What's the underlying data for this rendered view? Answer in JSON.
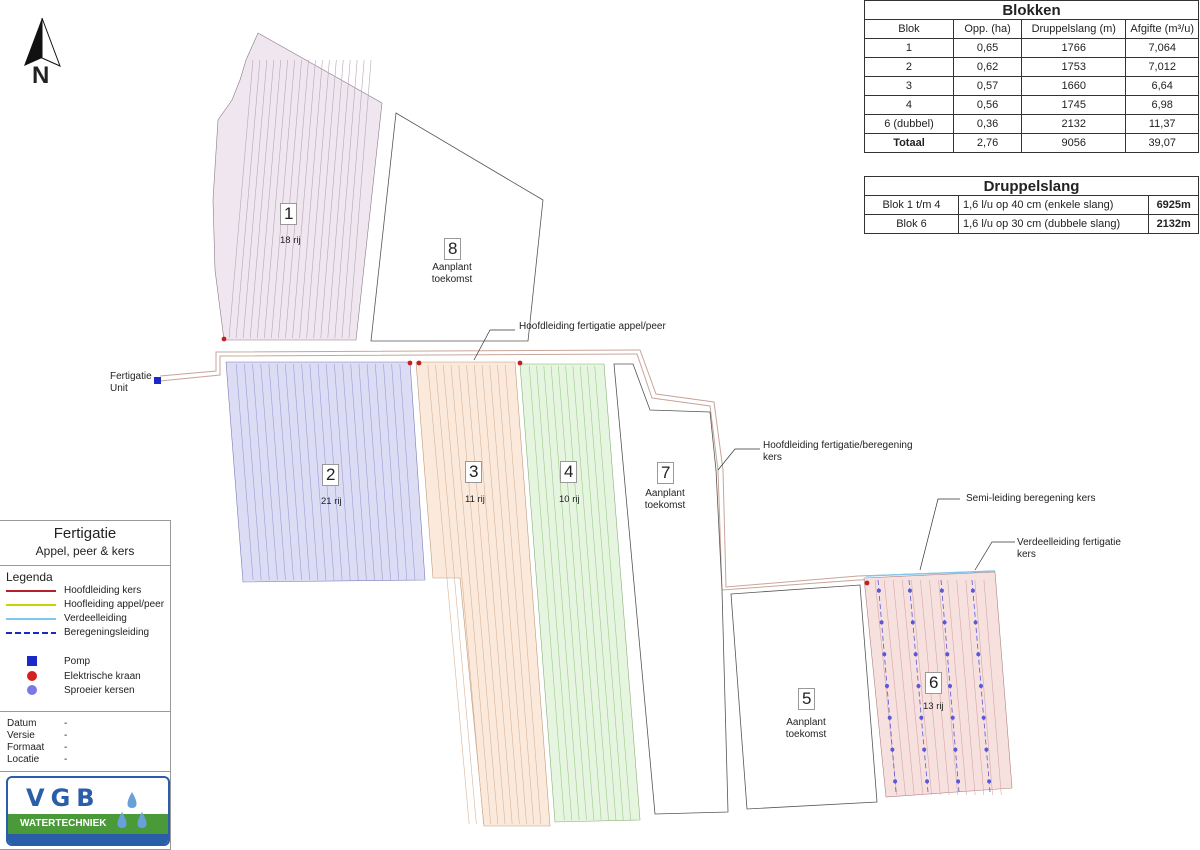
{
  "north": {
    "label": "N"
  },
  "blocks": {
    "b1": {
      "number": "1",
      "rows": "18 rij"
    },
    "b2": {
      "number": "2",
      "rows": "21 rij"
    },
    "b3": {
      "number": "3",
      "rows": "11 rij"
    },
    "b4": {
      "number": "4",
      "rows": "10 rij"
    },
    "b5": {
      "number": "5",
      "sub": "Aanplant\ntoekomst"
    },
    "b6": {
      "number": "6",
      "rows": "13 rij"
    },
    "b7": {
      "number": "7",
      "sub": "Aanplant\ntoekomst"
    },
    "b8": {
      "number": "8",
      "sub": "Aanplant\ntoekomst"
    }
  },
  "annotations": {
    "fertigatie_unit": "Fertigatie\nUnit",
    "hoofd_appel": "Hoofdleiding fertigatie appel/peer",
    "hoofd_kers": "Hoofdleiding fertigatie/beregening\nkers",
    "semi_kers": "Semi-leiding beregening kers",
    "verdeel": "Verdeelleiding fertigatie\nkers"
  },
  "blokken_table": {
    "title": "Blokken",
    "headers": [
      "Blok",
      "Opp. (ha)",
      "Druppelslang (m)",
      "Afgifte (m³/u)"
    ],
    "rows": [
      [
        "1",
        "0,65",
        "1766",
        "7,064"
      ],
      [
        "2",
        "0,62",
        "1753",
        "7,012"
      ],
      [
        "3",
        "0,57",
        "1660",
        "6,64"
      ],
      [
        "4",
        "0,56",
        "1745",
        "6,98"
      ],
      [
        "6 (dubbel)",
        "0,36",
        "2132",
        "11,37"
      ]
    ],
    "total": [
      "Totaal",
      "2,76",
      "9056",
      "39,07"
    ]
  },
  "druppel_table": {
    "title": "Druppelslang",
    "rows": [
      [
        "Blok 1 t/m 4",
        "1,6 l/u op 40 cm (enkele slang)",
        "6925m"
      ],
      [
        "Blok 6",
        "1,6 l/u op 30 cm (dubbele slang)",
        "2132m"
      ]
    ]
  },
  "legend": {
    "title": "Fertigatie",
    "subtitle": "Appel, peer & kers",
    "legend_title": "Legenda",
    "lines": [
      {
        "label": "Hoofdleiding kers",
        "color": "#b5202a"
      },
      {
        "label": "Hoofleiding appel/peer",
        "color": "#c8d400"
      },
      {
        "label": "Verdeelleiding",
        "color": "#7fc7ee"
      },
      {
        "label": "Beregeningsleiding",
        "color": "#1a2ac8"
      }
    ],
    "symbols": [
      {
        "label": "Pomp",
        "color": "#1a2ac8"
      },
      {
        "label": "Elektrische kraan",
        "color": "#d42020"
      },
      {
        "label": "Sproeier kersen",
        "color": "#7a78e8"
      }
    ],
    "meta": [
      {
        "key": "Datum",
        "value": "-"
      },
      {
        "key": "Versie",
        "value": "-"
      },
      {
        "key": "Formaat",
        "value": "-"
      },
      {
        "key": "Locatie",
        "value": "-"
      }
    ]
  },
  "logo": {
    "brand": "VGB",
    "tagline": "WATERTECHNIEK"
  },
  "colors": {
    "block1": "#efe6ef",
    "block2": "#dcdcf5",
    "block3": "#fbeadb",
    "block4": "#e6f5df",
    "block6": "#f6e1df",
    "pipe": "#c8a59a"
  }
}
